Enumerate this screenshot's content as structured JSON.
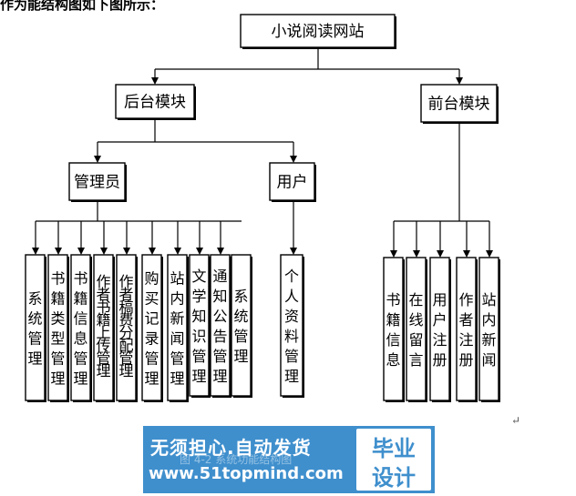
{
  "page": {
    "top_clipped_text": "作为能结构图如下图所示："
  },
  "root": {
    "label": "小说阅读网站"
  },
  "backend": {
    "label": "后台模块",
    "admin": {
      "label": "管理员",
      "items": [
        "系统管理",
        "书籍类型管理",
        "书籍信息管理",
        "作者书籍上传管理",
        "作者稿费分配管理",
        "购买记录管理",
        "站内新闻管理",
        "文学知识管理",
        "通知公告管理",
        "系统管理"
      ]
    },
    "user": {
      "label": "用户",
      "items": [
        "个人资料管理"
      ]
    }
  },
  "frontend": {
    "label": "前台模块",
    "items": [
      "书籍信息",
      "在线留言",
      "用户注册",
      "作者注册",
      "站内新闻"
    ]
  },
  "corner_mark": "↵",
  "watermark": {
    "line1": "无须担心.自动发货",
    "line2": "www.51topmind.com",
    "caption": "图 4-2 系统功能结构图",
    "badge_line1": "毕业",
    "badge_line2": "设计"
  }
}
